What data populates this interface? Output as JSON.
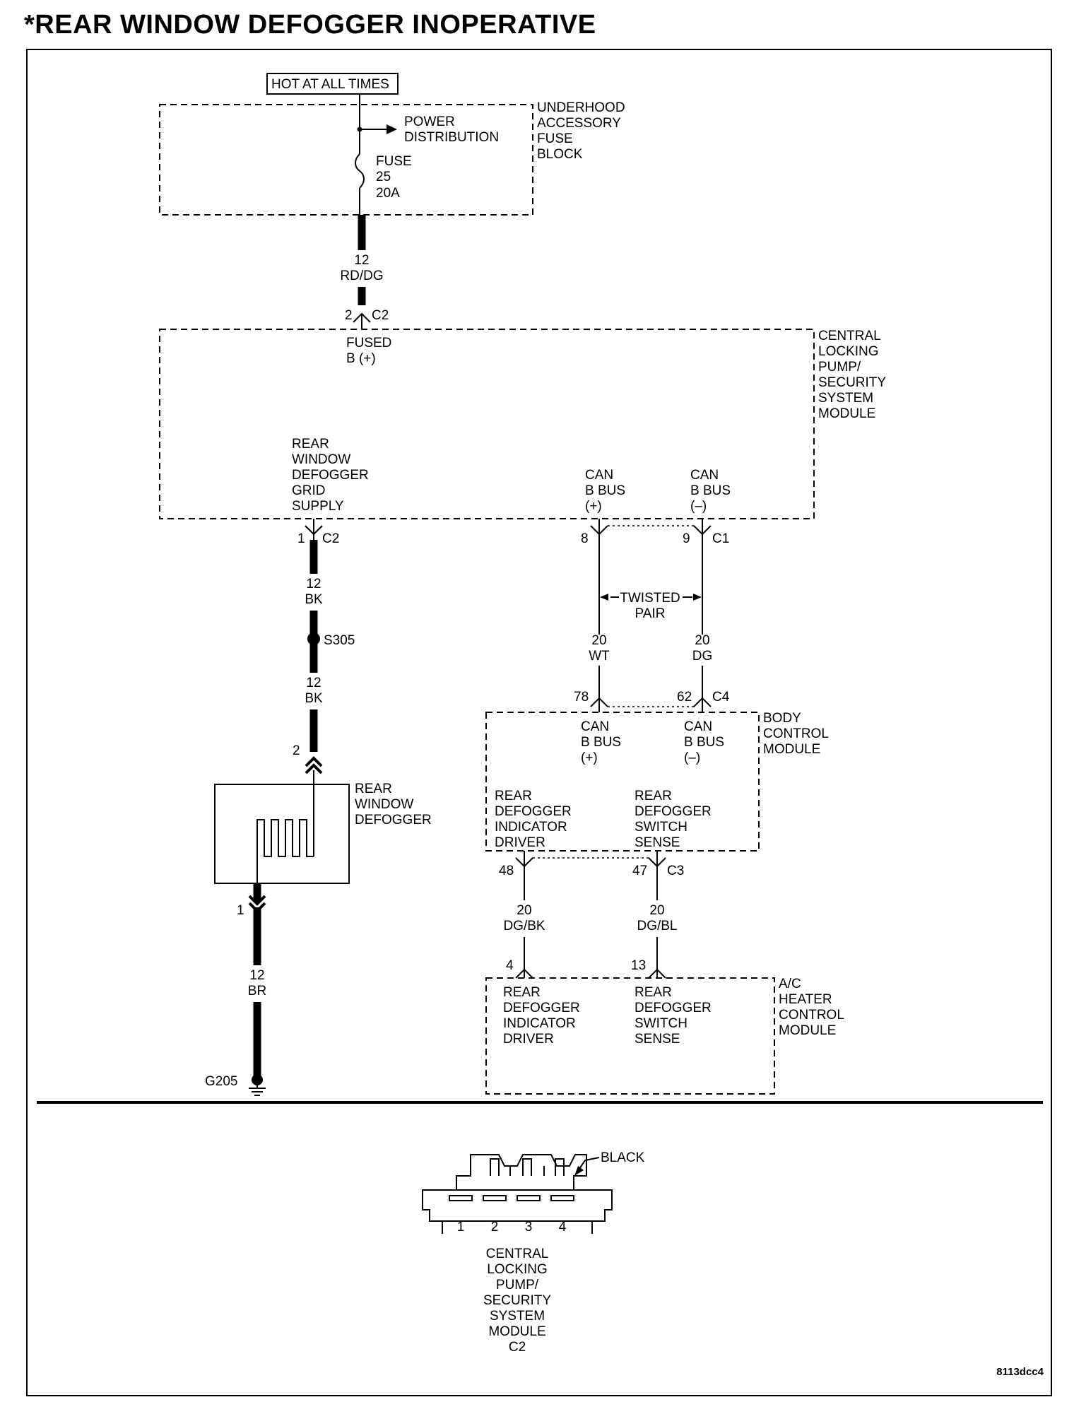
{
  "title": "*REAR WINDOW DEFOGGER INOPERATIVE",
  "hot_at_all_times": "HOT AT ALL TIMES",
  "underhood_fuse_block": {
    "label": [
      "UNDERHOOD",
      "ACCESSORY",
      "FUSE",
      "BLOCK"
    ],
    "power_distribution": [
      "POWER",
      "DISTRIBUTION"
    ],
    "fuse": [
      "FUSE",
      "25",
      "20A"
    ]
  },
  "wire_supply": {
    "gauge": "12",
    "color": "RD/DG"
  },
  "conn_c2_pin2": {
    "pin": "2",
    "conn": "C2"
  },
  "central_module": {
    "label": [
      "CENTRAL",
      "LOCKING",
      "PUMP/",
      "SECURITY",
      "SYSTEM",
      "MODULE"
    ],
    "fused_b": [
      "FUSED",
      "B (+)"
    ],
    "grid_supply": [
      "REAR",
      "WINDOW",
      "DEFOGGER",
      "GRID",
      "SUPPLY"
    ],
    "can_plus": [
      "CAN",
      "B BUS",
      "(+)"
    ],
    "can_minus": [
      "CAN",
      "B BUS",
      "(–)"
    ]
  },
  "conn_c2_pin1": {
    "pin": "1",
    "conn": "C2"
  },
  "conn_c1": {
    "pin_plus": "8",
    "pin_minus": "9",
    "conn": "C1"
  },
  "wire_bk_1": {
    "gauge": "12",
    "color": "BK"
  },
  "splice": "S305",
  "wire_bk_2": {
    "gauge": "12",
    "color": "BK"
  },
  "twisted_pair": [
    "TWISTED",
    "PAIR"
  ],
  "wire_wt": {
    "gauge": "20",
    "color": "WT"
  },
  "wire_dg": {
    "gauge": "20",
    "color": "DG"
  },
  "conn_c4": {
    "pin_plus": "78",
    "pin_minus": "62",
    "conn": "C4"
  },
  "bcm": {
    "label": [
      "BODY",
      "CONTROL",
      "MODULE"
    ],
    "can_plus": [
      "CAN",
      "B BUS",
      "(+)"
    ],
    "can_minus": [
      "CAN",
      "B BUS",
      "(–)"
    ],
    "indicator_driver": [
      "REAR",
      "DEFOGGER",
      "INDICATOR",
      "DRIVER"
    ],
    "switch_sense": [
      "REAR",
      "DEFOGGER",
      "SWITCH",
      "SENSE"
    ]
  },
  "defogger": {
    "label": [
      "REAR",
      "WINDOW",
      "DEFOGGER"
    ],
    "pin_top": "2",
    "pin_bottom": "1"
  },
  "conn_c3": {
    "pin_a": "48",
    "pin_b": "47",
    "conn": "C3"
  },
  "wire_dgbk": {
    "gauge": "20",
    "color": "DG/BK"
  },
  "wire_dgbl": {
    "gauge": "20",
    "color": "DG/BL"
  },
  "ac_pins": {
    "pin_a": "4",
    "pin_b": "13"
  },
  "ac_module": {
    "label": [
      "A/C",
      "HEATER",
      "CONTROL",
      "MODULE"
    ],
    "indicator_driver": [
      "REAR",
      "DEFOGGER",
      "INDICATOR",
      "DRIVER"
    ],
    "switch_sense": [
      "REAR",
      "DEFOGGER",
      "SWITCH",
      "SENSE"
    ]
  },
  "wire_br": {
    "gauge": "12",
    "color": "BR"
  },
  "ground": "G205",
  "connector_view": {
    "color_label": "BLACK",
    "pins": [
      "1",
      "2",
      "3",
      "4"
    ],
    "caption": [
      "CENTRAL",
      "LOCKING",
      "PUMP/",
      "SECURITY",
      "SYSTEM",
      "MODULE",
      "C2"
    ]
  },
  "figure_id": "8113dcc4"
}
